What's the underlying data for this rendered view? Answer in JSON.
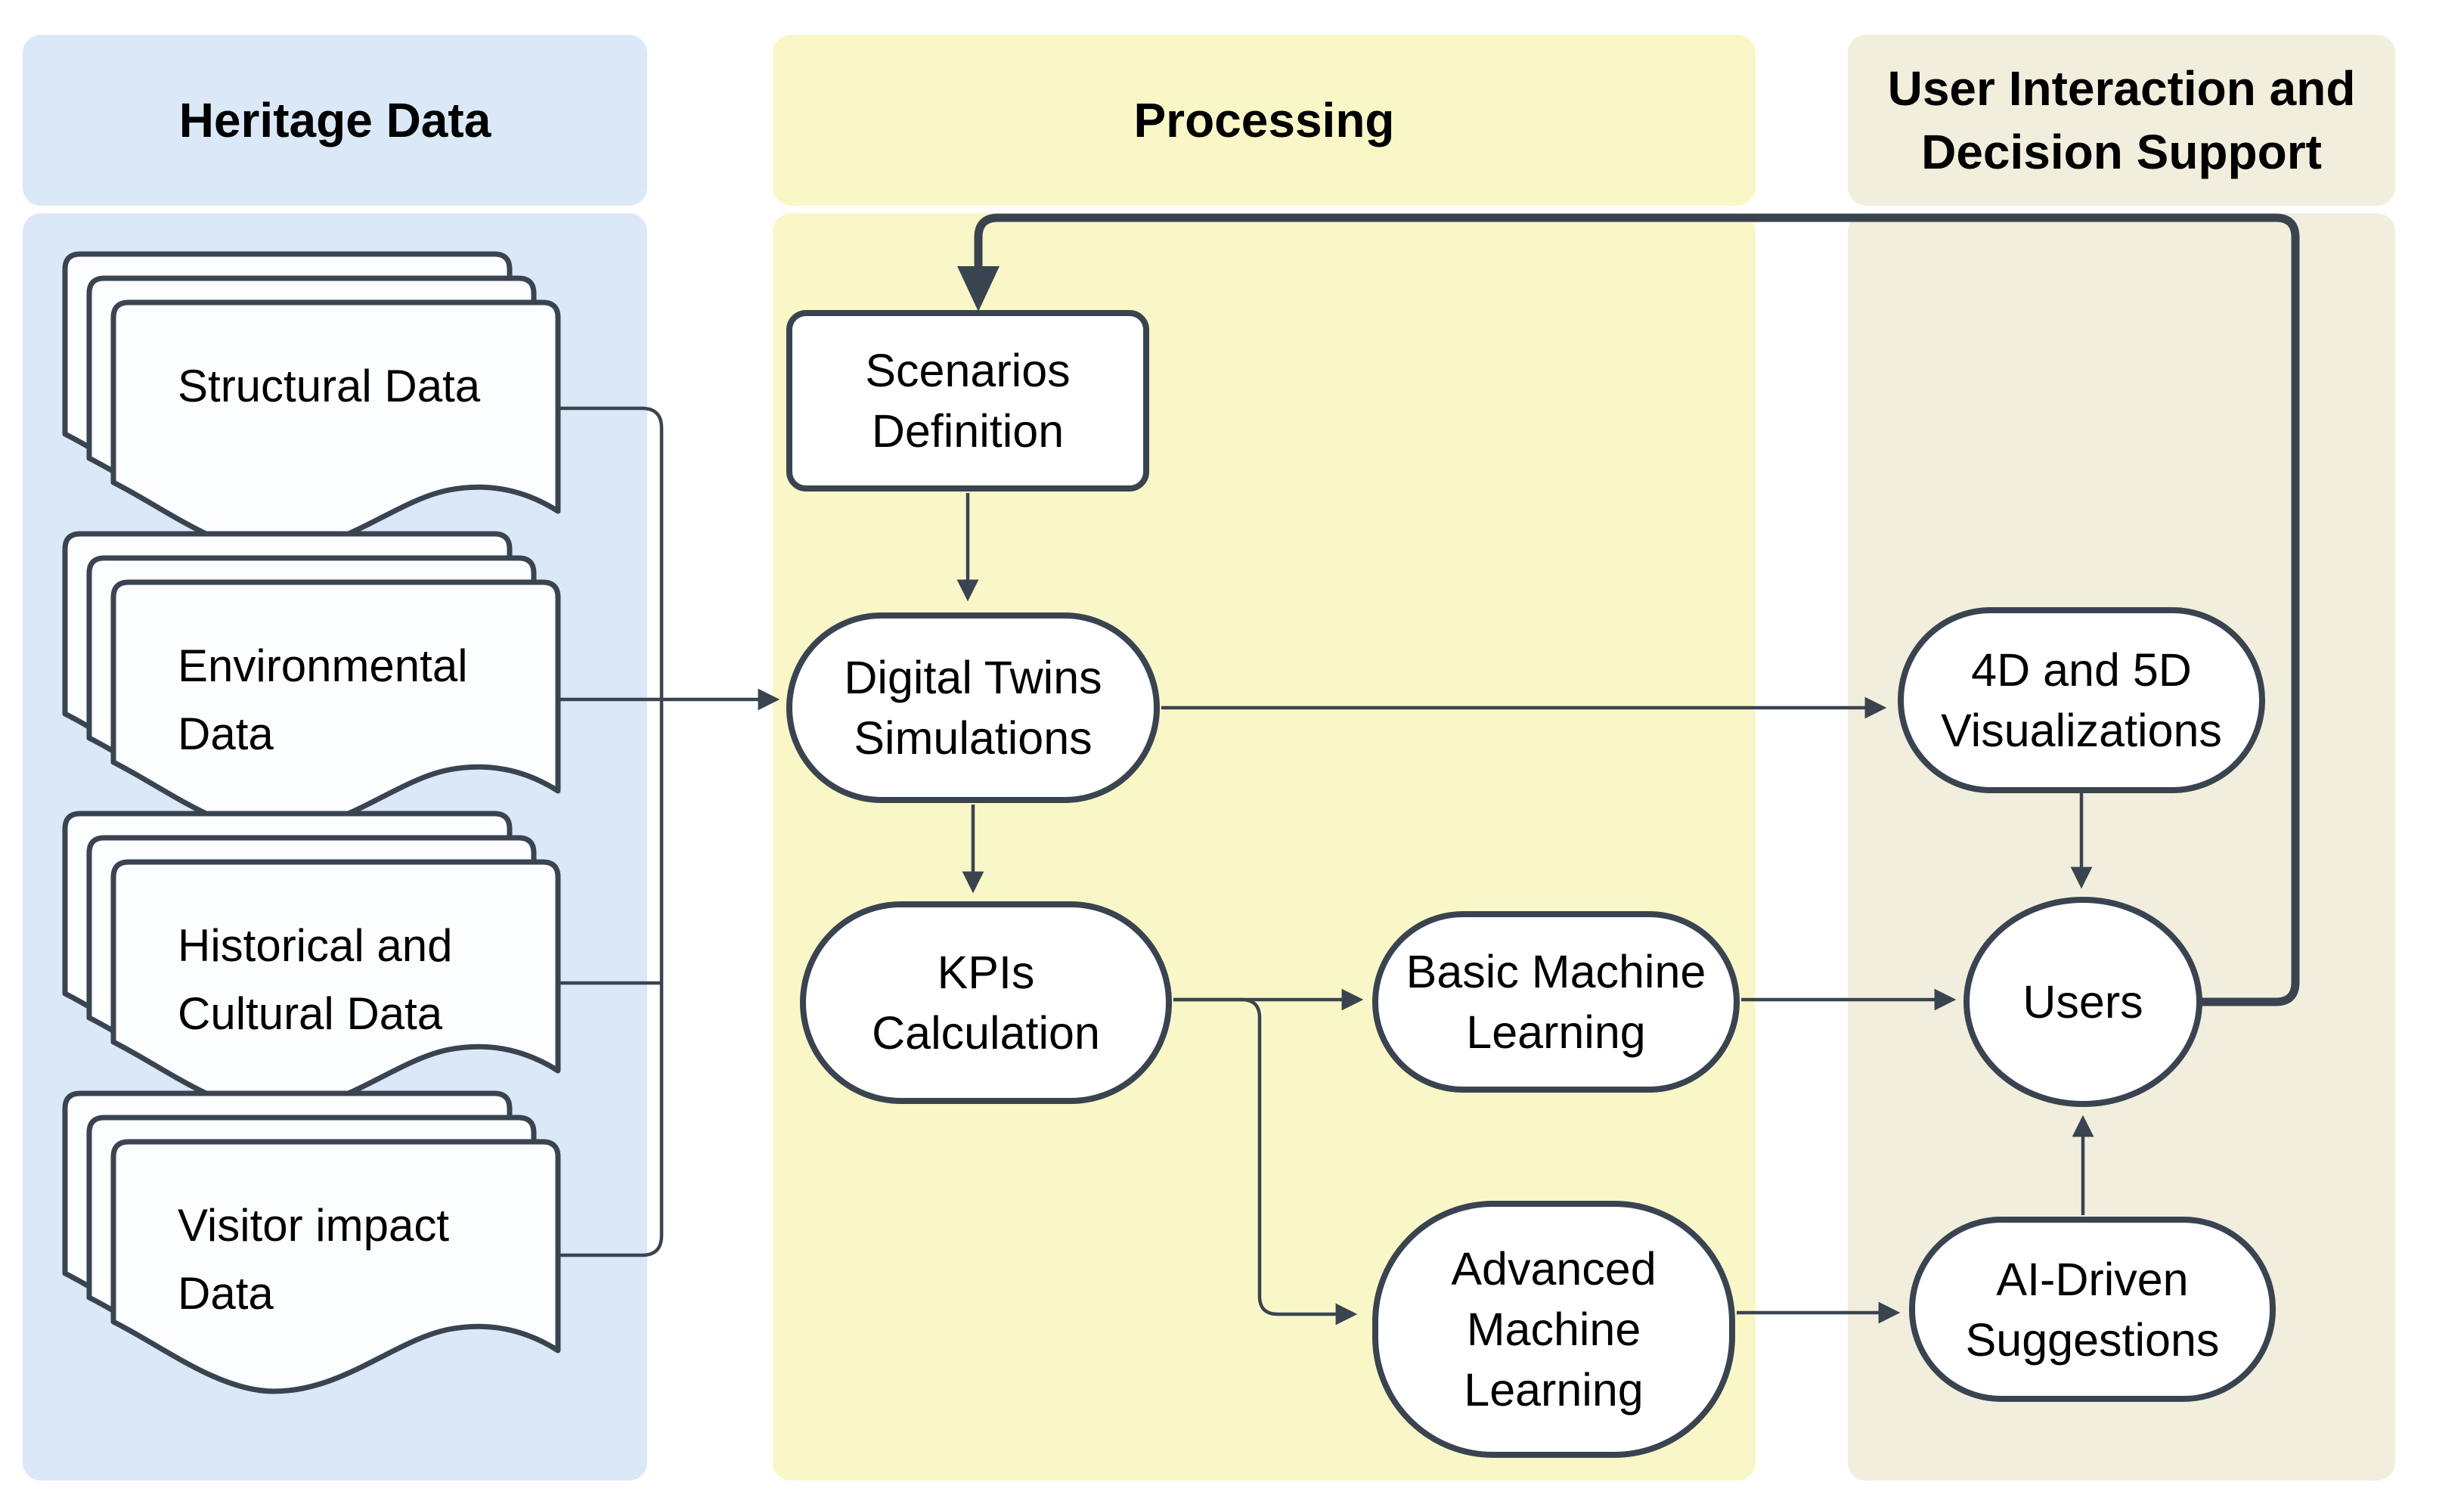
{
  "columns": [
    {
      "id": "heritage-data",
      "title": "Heritage Data",
      "fill": "#dbe8f7"
    },
    {
      "id": "processing",
      "title": "Processing",
      "fill": "#f9f7c8"
    },
    {
      "id": "user-interaction-decision-support",
      "title": "User Interaction and\nDecision Support",
      "fill": "#f2eedd"
    }
  ],
  "documents": [
    {
      "id": "structural-data",
      "label": "Structural Data"
    },
    {
      "id": "environmental-data",
      "label": "Environmental Data"
    },
    {
      "id": "historical-cultural-data",
      "label": "Historical and Cultural Data"
    },
    {
      "id": "visitor-impact-data",
      "label": "Visitor impact Data"
    }
  ],
  "nodes": {
    "scenarios": {
      "label": "Scenarios\nDefinition",
      "shape": "rectangle"
    },
    "digital_twins": {
      "label": "Digital Twins\nSimulations",
      "shape": "stadium"
    },
    "kpis": {
      "label": "KPIs\nCalculation",
      "shape": "stadium"
    },
    "basic_ml": {
      "label": "Basic Machine\nLearning",
      "shape": "stadium"
    },
    "advanced_ml": {
      "label": "Advanced\nMachine\nLearning",
      "shape": "stadium"
    },
    "viz_4d5d": {
      "label": "4D and 5D\nVisualizations",
      "shape": "stadium"
    },
    "users": {
      "label": "Users",
      "shape": "circle"
    },
    "ai_suggestions": {
      "label": "AI-Driven\nSuggestions",
      "shape": "stadium"
    }
  },
  "edges": [
    {
      "from": "heritage-documents",
      "to": "digital-twins-simulations",
      "style": "thin-arrow"
    },
    {
      "from": "scenarios-definition",
      "to": "digital-twins-simulations",
      "style": "thin-arrow"
    },
    {
      "from": "digital-twins-simulations",
      "to": "4d-and-5d-visualizations",
      "style": "thin-arrow"
    },
    {
      "from": "digital-twins-simulations",
      "to": "kpis-calculation",
      "style": "thin-arrow"
    },
    {
      "from": "kpis-calculation",
      "to": "basic-machine-learning",
      "style": "thin-arrow"
    },
    {
      "from": "kpis-calculation",
      "to": "advanced-machine-learning",
      "style": "thin-arrow"
    },
    {
      "from": "basic-machine-learning",
      "to": "users",
      "style": "thin-arrow"
    },
    {
      "from": "advanced-machine-learning",
      "to": "ai-driven-suggestions",
      "style": "thin-arrow"
    },
    {
      "from": "ai-driven-suggestions",
      "to": "users",
      "style": "thin-arrow"
    },
    {
      "from": "4d-and-5d-visualizations",
      "to": "users",
      "style": "thin-arrow"
    },
    {
      "from": "users",
      "to": "scenarios-definition",
      "style": "thick-feedback-arrow"
    }
  ],
  "colors": {
    "line": "#3a4450",
    "heritage_fill": "#dbe8f7",
    "processing_fill": "#f9f7c8",
    "interaction_fill": "#f2eedd",
    "node_fill": "#ffffff",
    "document_fill": "#fcfdff",
    "text": "#000000"
  }
}
